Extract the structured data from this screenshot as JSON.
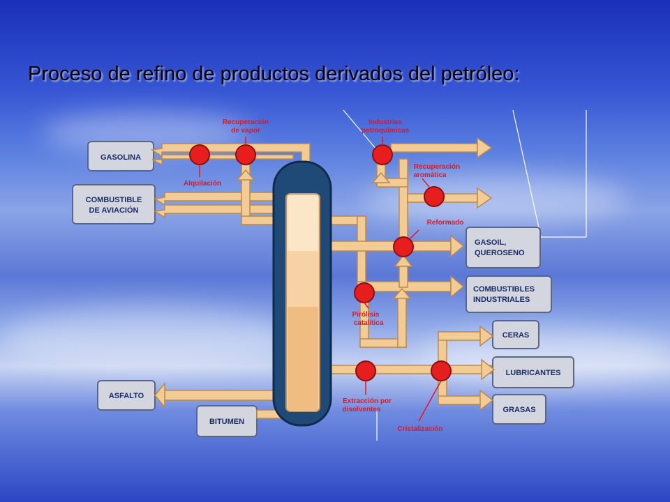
{
  "title": "Proceso de refino de productos derivados del petróleo:",
  "colors": {
    "pipe": "#f2cc94",
    "pipe_stroke": "#b98a4c",
    "box_fill": "#d3d6df",
    "box_stroke": "#5a6688",
    "process_node": "#e61e1e",
    "label_red": "#e8141a",
    "column": "#1f4a78"
  },
  "products": {
    "gasolina": "GASOLINA",
    "combustible_aviacion_1": "COMBUSTIBLE",
    "combustible_aviacion_2": "DE AVIACIÓN",
    "gasoil_1": "GASOIL,",
    "gasoil_2": "QUEROSENO",
    "combustibles_ind_1": "COMBUSTIBLES",
    "combustibles_ind_2": "INDUSTRIALES",
    "ceras": "CERAS",
    "lubricantes": "LUBRICANTES",
    "grasas": "GRASAS",
    "asfalto": "ASFALTO",
    "bitumen": "BITUMEN"
  },
  "processes": {
    "recuperacion_vapor_1": "Recuperación",
    "recuperacion_vapor_2": "de vapor",
    "alquilacion": "Alquilación",
    "industrias_1": "Industrias",
    "industrias_2": "petroquímicas",
    "recuperacion_aromatica_1": "Recuperación",
    "recuperacion_aromatica_2": "aromática",
    "reformado": "Reformado",
    "pirolisis_1": "Pirólisis",
    "pirolisis_2": "catalítica",
    "extraccion_1": "Extracción por",
    "extraccion_2": "disolventes",
    "cristalizacion": "Cristalización"
  }
}
